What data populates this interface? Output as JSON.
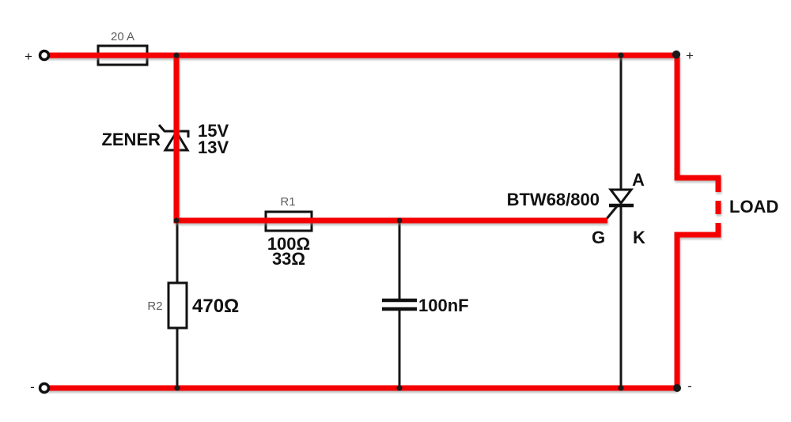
{
  "circuit": {
    "description": "Crowbar overvoltage protection circuit schematic",
    "colors": {
      "main_wire_red": "#f40404",
      "component_wire_black": "#161616",
      "value_label_black": "#111111",
      "ref_label_gray": "#5d5d5d",
      "background": "#ffffff"
    },
    "terminals": {
      "top_left": "+",
      "top_right": "+",
      "bottom_left": "-",
      "bottom_right": "-"
    },
    "components": {
      "fuse": {
        "rating": "20 A"
      },
      "zener": {
        "name": "ZENER",
        "voltage_high": "15V",
        "voltage_low": "13V"
      },
      "r1": {
        "ref": "R1",
        "value_1": "100Ω",
        "value_2": "33Ω"
      },
      "r2": {
        "ref": "R2",
        "value": "470Ω"
      },
      "capacitor": {
        "value": "100nF"
      },
      "thyristor": {
        "part": "BTW68/800",
        "anode_label": "A",
        "gate_label": "G",
        "cathode_label": "K"
      },
      "load": {
        "label": "LOAD"
      }
    }
  }
}
